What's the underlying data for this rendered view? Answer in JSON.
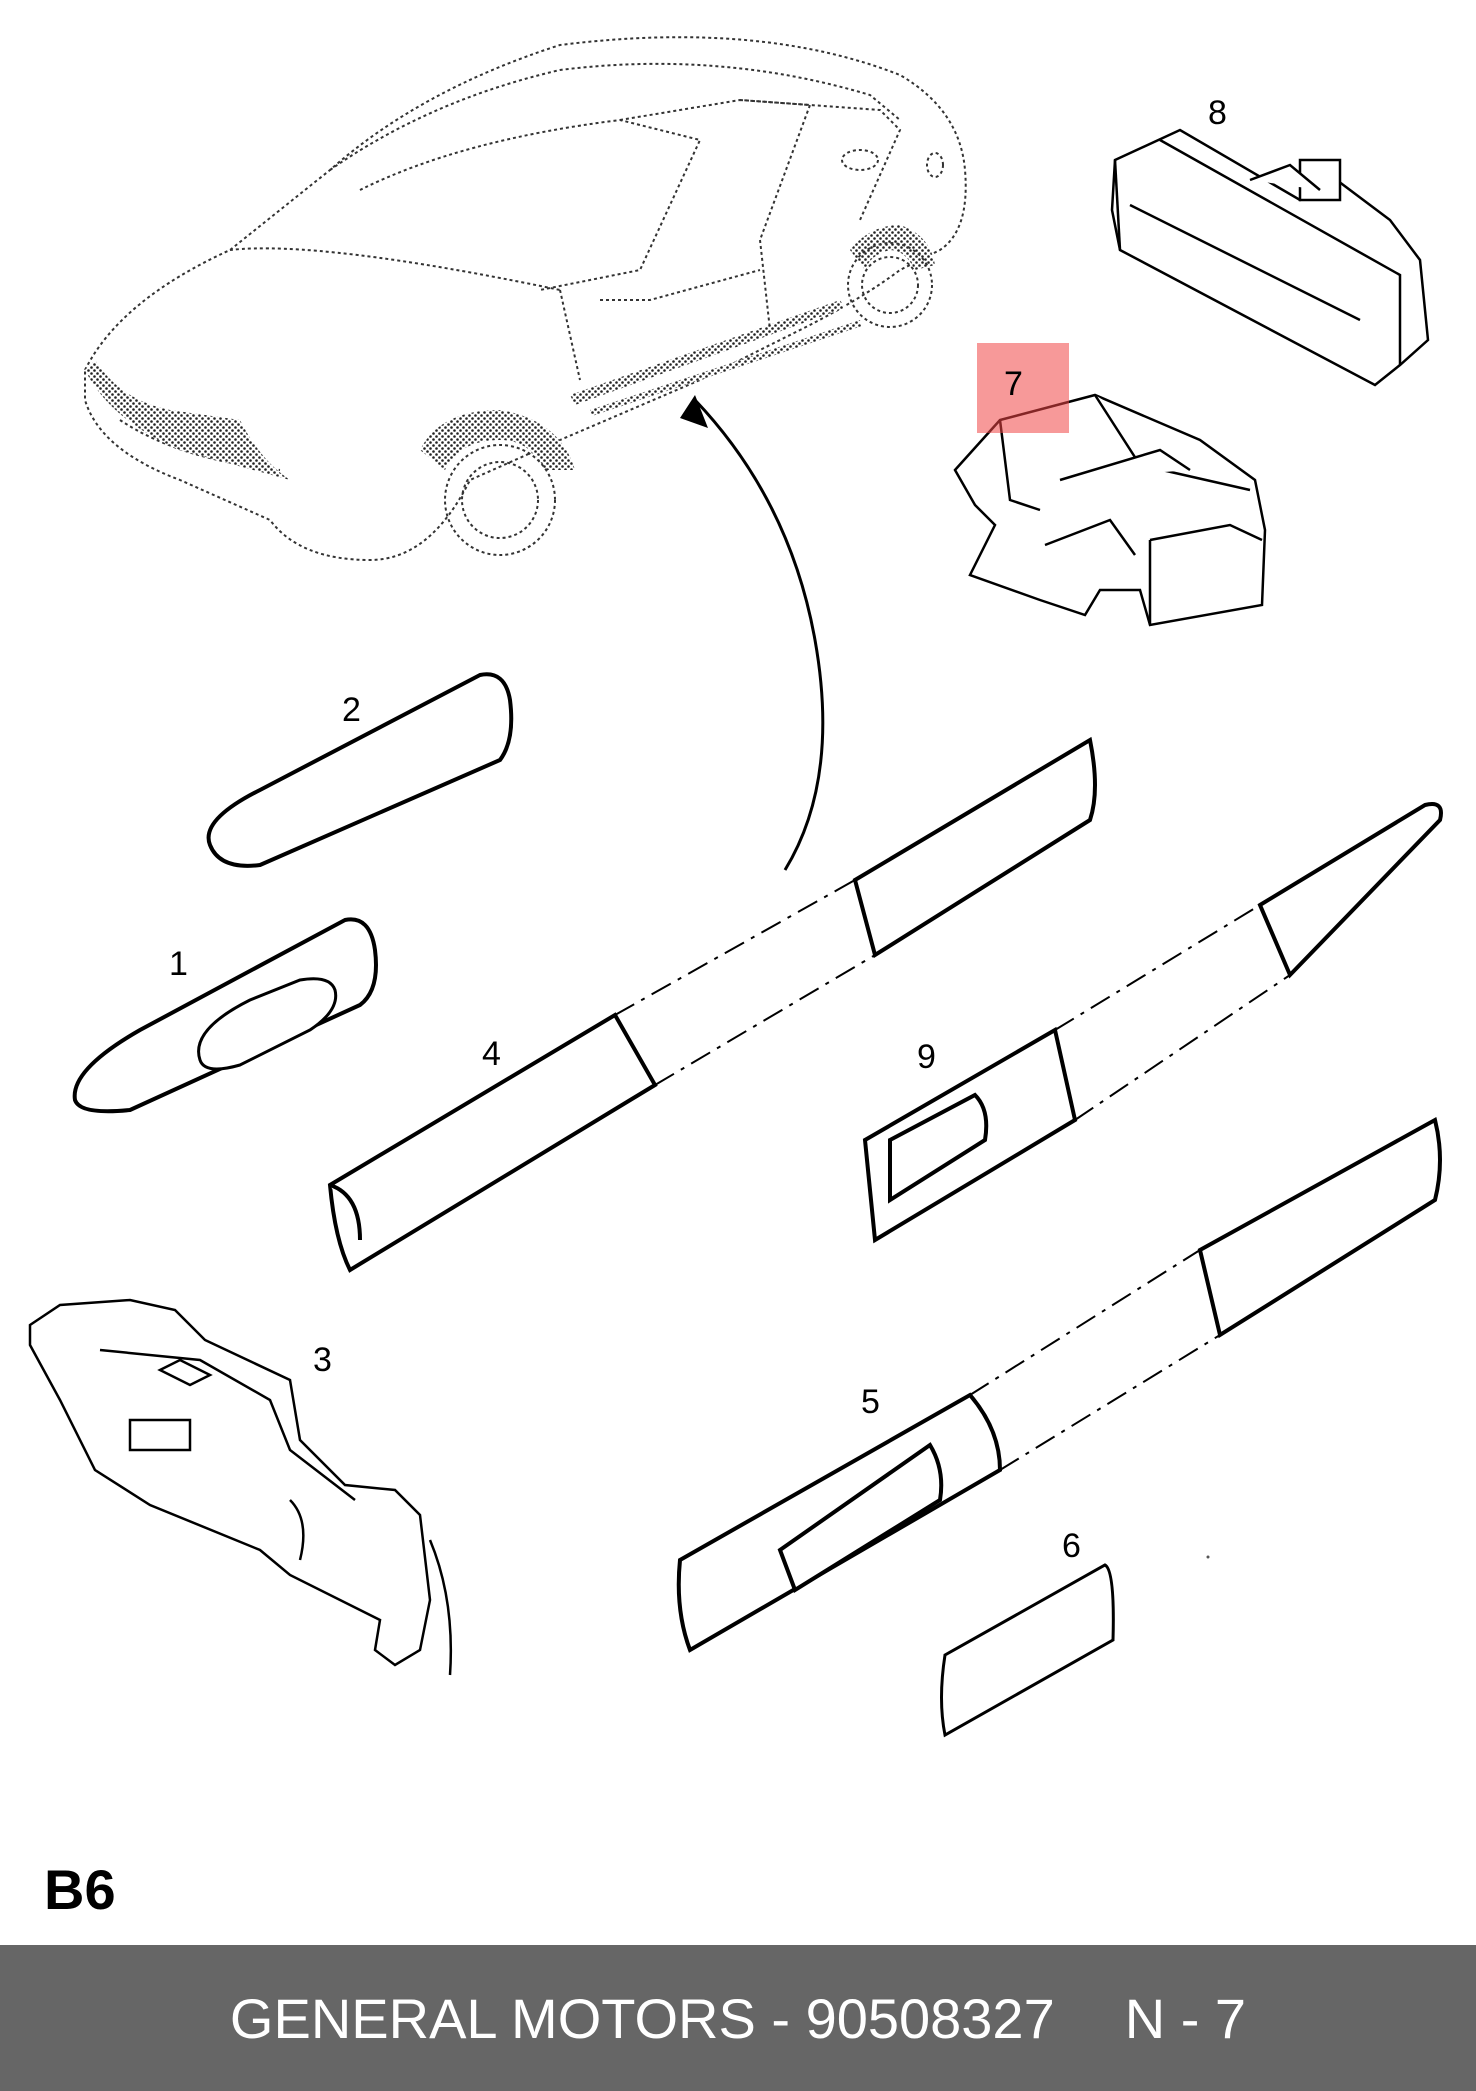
{
  "diagram": {
    "callouts": [
      {
        "id": "1",
        "label": "1"
      },
      {
        "id": "2",
        "label": "2"
      },
      {
        "id": "3",
        "label": "3"
      },
      {
        "id": "4",
        "label": "4"
      },
      {
        "id": "5",
        "label": "5"
      },
      {
        "id": "6",
        "label": "6"
      },
      {
        "id": "7",
        "label": "7"
      },
      {
        "id": "8",
        "label": "8"
      },
      {
        "id": "9",
        "label": "9"
      }
    ],
    "highlighted_callout": "7",
    "highlight_color": "#f04646",
    "section_code": "B6"
  },
  "footer": {
    "brand_part": "GENERAL MOTORS - 90508327",
    "position_ref": "N - 7",
    "background": "#666666"
  }
}
